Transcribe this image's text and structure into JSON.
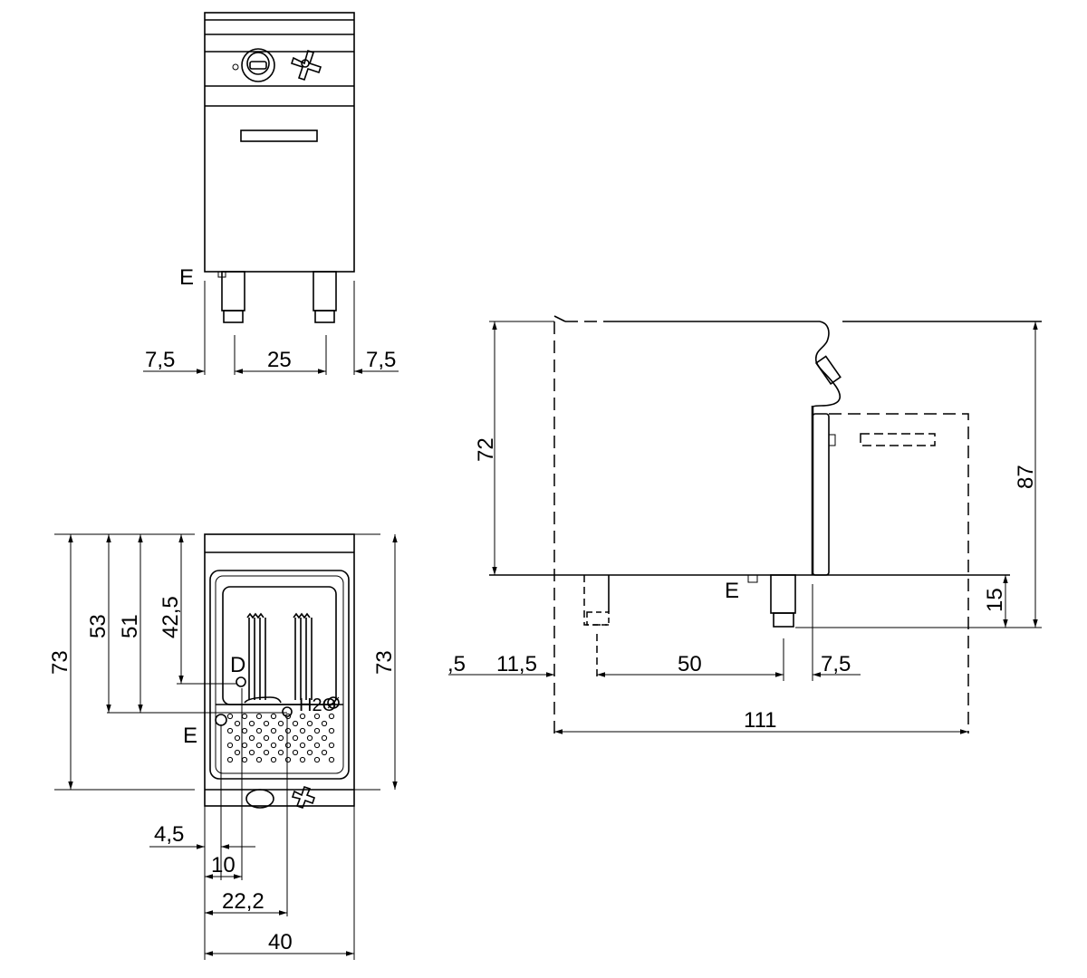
{
  "front_view": {
    "label_e": "E",
    "dims": [
      "7,5",
      "25",
      "7,5"
    ]
  },
  "side_view": {
    "label_e": "E",
    "dims": {
      "height_72": "72",
      "height_87": "87",
      "leg_15": "15",
      "d_5": ",5",
      "d_11_5": "11,5",
      "d_50": "50",
      "d_7_5": "7,5",
      "depth_111": "111"
    }
  },
  "top_view": {
    "label_d": "D",
    "label_e": "E",
    "label_h2o": "H2O",
    "dims": {
      "left_73": "73",
      "d_53": "53",
      "d_51": "51",
      "d_42_5": "42,5",
      "right_73": "73",
      "d_4_5": "4,5",
      "d_10": "10",
      "d_22_2": "22,2",
      "width_40": "40"
    }
  },
  "colors": {
    "line": "#000000",
    "background": "#ffffff"
  }
}
